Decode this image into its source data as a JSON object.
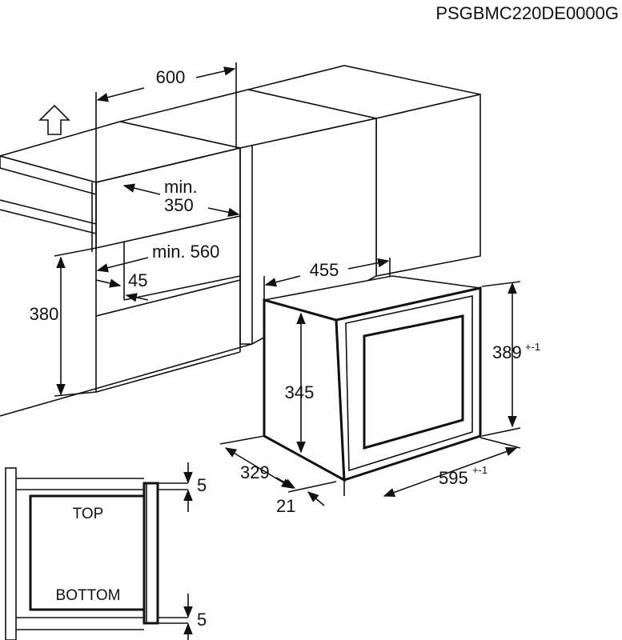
{
  "model_code": "PSGBMC220DE0000G",
  "icons": {
    "up_arrow": "up-arrow-icon"
  },
  "dimensions": {
    "cabinet_width": "600",
    "min_label": "min.",
    "min_depth": "350",
    "min_height_label": "min. 560",
    "gap": "45",
    "niche_height": "380",
    "depth_top": "455",
    "height_total": "389",
    "height_total_tol": "+-1",
    "height_body": "345",
    "depth_body": "329",
    "front_thickness": "21",
    "width_total": "595",
    "width_total_tol": "+-1"
  },
  "detail": {
    "top_label": "TOP",
    "bottom_label": "BOTTOM",
    "gap_top": "5",
    "gap_bottom": "5"
  }
}
